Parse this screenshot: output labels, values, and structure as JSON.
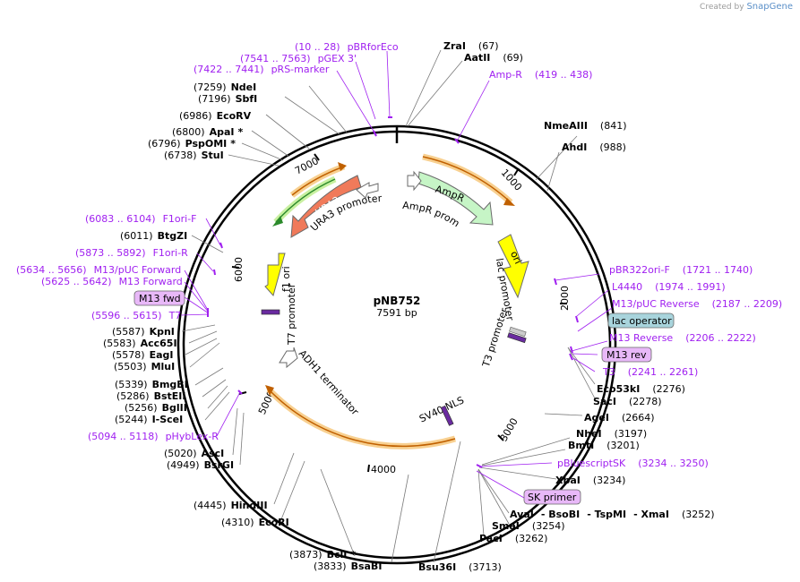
{
  "credit": {
    "prefix": "Created by",
    "brand": "SnapGene"
  },
  "plasmid": {
    "name": "pNB752",
    "size": "7591 bp"
  },
  "ticks": [
    "1000",
    "2000",
    "3000",
    "4000",
    "5000",
    "6000",
    "7000"
  ],
  "features": {
    "ampr": "AmpR",
    "ampr_promoter": "AmpR promoter",
    "ura3": "URA3",
    "ura3_promoter": "URA3 promoter",
    "ori": "ori",
    "lac_promoter": "lac promoter",
    "f1ori": "f1 ori",
    "t7_promoter": "T7 promoter",
    "t3_promoter": "T3 promoter",
    "adh1": "ADH1 terminator",
    "sv40": "SV40 NLS"
  },
  "sites_left": [
    {
      "pos": "(7259)",
      "name": "NdeI"
    },
    {
      "pos": "(7196)",
      "name": "SbfI"
    },
    {
      "pos": "(6986)",
      "name": "EcoRV"
    },
    {
      "pos": "(6800)",
      "name": "ApaI",
      "star": "*"
    },
    {
      "pos": "(6796)",
      "name": "PspOMI",
      "star": "*"
    },
    {
      "pos": "(6738)",
      "name": "StuI"
    },
    {
      "pos": "(6011)",
      "name": "BtgZI"
    },
    {
      "pos": "(5587)",
      "name": "KpnI"
    },
    {
      "pos": "(5583)",
      "name": "Acc65I"
    },
    {
      "pos": "(5578)",
      "name": "EagI"
    },
    {
      "pos": "(5503)",
      "name": "MluI"
    },
    {
      "pos": "(5339)",
      "name": "BmgBI"
    },
    {
      "pos": "(5286)",
      "name": "BstEII"
    },
    {
      "pos": "(5256)",
      "name": "BglII"
    },
    {
      "pos": "(5244)",
      "name": "I-SceI"
    },
    {
      "pos": "(5020)",
      "name": "AscI"
    },
    {
      "pos": "(4949)",
      "name": "BsrGI"
    },
    {
      "pos": "(4445)",
      "name": "HindIII"
    },
    {
      "pos": "(4310)",
      "name": "EcoRI"
    },
    {
      "pos": "(3873)",
      "name": "BclI",
      "star": "*"
    },
    {
      "pos": "(3833)",
      "name": "BsaBI"
    }
  ],
  "sites_right": [
    {
      "name": "ZraI",
      "pos": "(67)"
    },
    {
      "name": "AatII",
      "pos": "(69)"
    },
    {
      "name": "NmeAIII",
      "pos": "(841)"
    },
    {
      "name": "AhdI",
      "pos": "(988)"
    },
    {
      "name": "Eco53kI",
      "pos": "(2276)"
    },
    {
      "name": "SacI",
      "pos": "(2278)"
    },
    {
      "name": "AgeI",
      "pos": "(2664)"
    },
    {
      "name": "NheI",
      "pos": "(3197)"
    },
    {
      "name": "BmtI",
      "pos": "(3201)"
    },
    {
      "name": "XbaI",
      "pos": "(3234)"
    },
    {
      "name": "SmaI",
      "pos": "(3254)"
    },
    {
      "name": "PacI",
      "pos": "(3262)"
    },
    {
      "name": "Bsu36I",
      "pos": "(3713)"
    }
  ],
  "multi_site": {
    "names": [
      "AvaI",
      "- BsoBI",
      "- TspMI",
      "- XmaI"
    ],
    "pos": "(3252)"
  },
  "primers": {
    "pbrforeco": {
      "range": "(10 .. 28)",
      "name": "pBRforEco"
    },
    "pgex3": {
      "range": "(7541 .. 7563)",
      "name": "pGEX 3'"
    },
    "prs_marker": {
      "range": "(7422 .. 7441)",
      "name": "pRS-marker"
    },
    "ampr_primer": {
      "name": "Amp-R",
      "range": "(419 .. 438)"
    },
    "f1ori_f": {
      "range": "(6083 .. 6104)",
      "name": "F1ori-F"
    },
    "f1ori_r": {
      "range": "(5873 .. 5892)",
      "name": "F1ori-R"
    },
    "m13puc_fwd": {
      "range": "(5634 .. 5656)",
      "name": "M13/pUC Forward"
    },
    "m13_fwd": {
      "range": "(5625 .. 5642)",
      "name": "M13 Forward"
    },
    "m13fwd_box": "M13 fwd",
    "t7": {
      "range": "(5596 .. 5615)",
      "name": "T7"
    },
    "phyblex": {
      "range": "(5094 .. 5118)",
      "name": "pHybLex-R"
    },
    "pbr322ori": {
      "name": "pBR322ori-F",
      "range": "(1721 .. 1740)"
    },
    "l4440": {
      "name": "L4440",
      "range": "(1974 .. 1991)"
    },
    "m13puc_rev": {
      "name": "M13/pUC Reverse",
      "range": "(2187 .. 2209)"
    },
    "lac_operator_box": "lac operator",
    "m13_reverse": {
      "name": "M13 Reverse",
      "range": "(2206 .. 2222)"
    },
    "m13rev_box": "M13 rev",
    "t3": {
      "name": "T3",
      "range": "(2241 .. 2261)"
    },
    "pbluescriptsk": {
      "name": "pBluescriptSK",
      "range": "(3234 .. 3250)"
    },
    "sk_primer_box": "SK primer"
  },
  "colors": {
    "primer": "#a020f0",
    "ampr_fill": "#c6f5c6",
    "ura3_fill": "#f07a5a",
    "ori_fill": "#ffff00",
    "cds_line": "#c06000",
    "cds_glow": "#f8d090",
    "green_glow": "#c8f0a0",
    "lac_operator_box": "#a8d4dc",
    "primer_box": "#e8b8f8"
  }
}
